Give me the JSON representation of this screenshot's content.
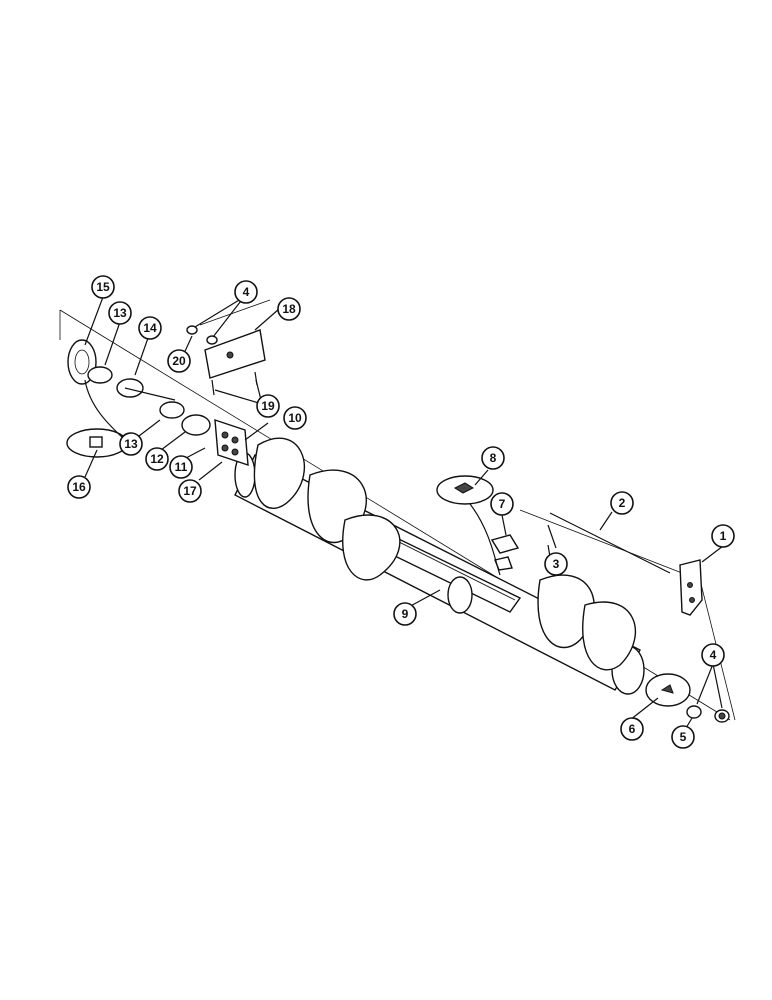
{
  "callouts": {
    "c1": "1",
    "c2": "2",
    "c3": "3",
    "c4a": "4",
    "c4b": "4",
    "c5": "5",
    "c6": "6",
    "c7": "7",
    "c8": "8",
    "c9": "9",
    "c10": "10",
    "c11": "11",
    "c12": "12",
    "c13a": "13",
    "c13b": "13",
    "c14": "14",
    "c15": "15",
    "c16": "16",
    "c17": "17",
    "c18": "18",
    "c19": "19",
    "c20": "20"
  }
}
